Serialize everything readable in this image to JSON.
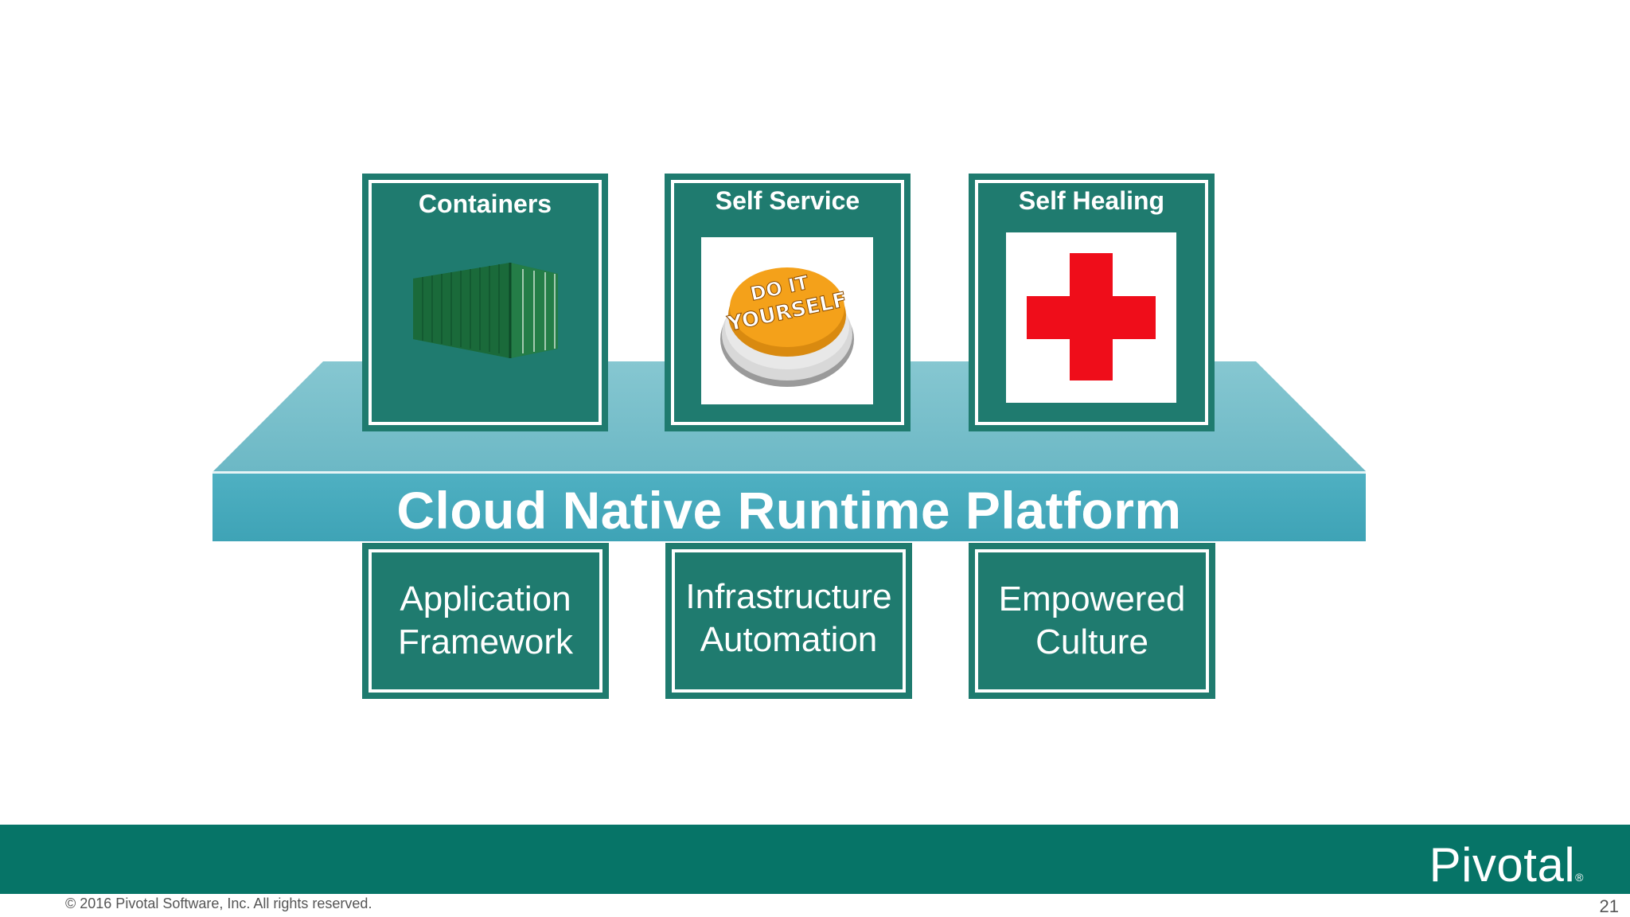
{
  "platform": {
    "title": "Cloud Native Runtime Platform"
  },
  "top_boxes": [
    {
      "label": "Containers",
      "icon": "shipping-container-icon"
    },
    {
      "label": "Self Service",
      "icon": "do-it-yourself-button-icon",
      "button_text_line1": "DO IT",
      "button_text_line2": "YOURSELF"
    },
    {
      "label": "Self Healing",
      "icon": "red-cross-icon"
    }
  ],
  "bottom_boxes": [
    {
      "line1": "Application",
      "line2": "Framework"
    },
    {
      "line1": "Infrastructure",
      "line2": "Automation"
    },
    {
      "line1": "Empowered",
      "line2": "Culture"
    }
  ],
  "footer": {
    "logo": "Pivotal",
    "logo_mark": "®",
    "copyright": "© 2016 Pivotal Software, Inc.  All rights reserved.",
    "page_number": "21"
  },
  "colors": {
    "box_green": "#1f7b6f",
    "platform_top": "#78c0cb",
    "platform_front": "#44a7ba",
    "footer_bar": "#067467",
    "cross_red": "#ef0d1a",
    "button_orange": "#f4a11a"
  }
}
